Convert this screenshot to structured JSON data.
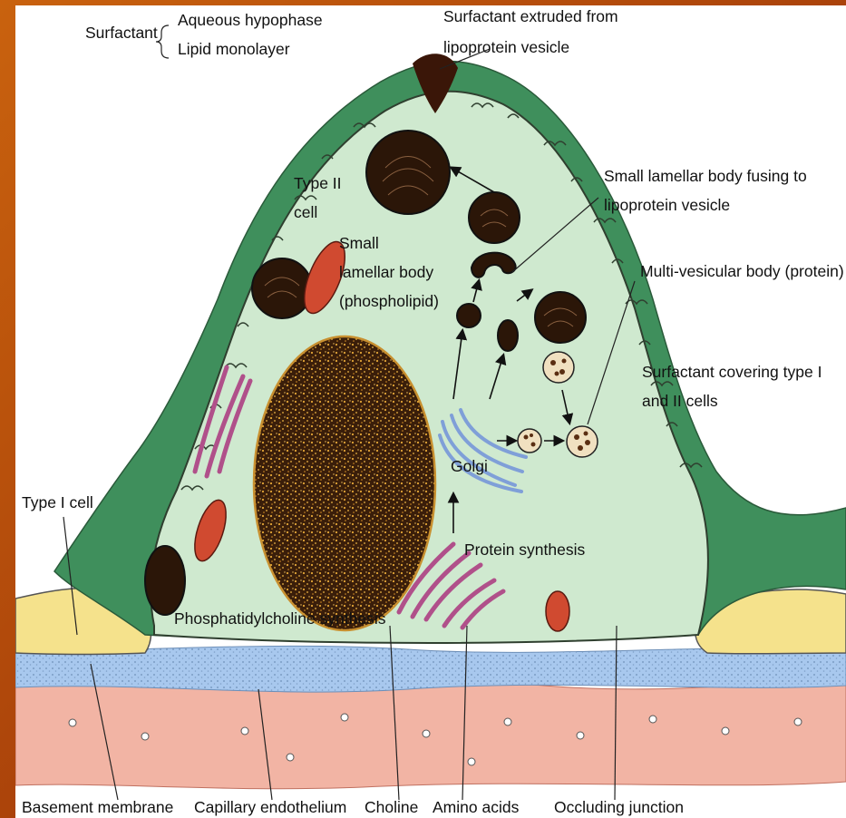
{
  "labels": {
    "surfactant": "Surfactant",
    "aqueous_hypophase": "Aqueous hypophase",
    "lipid_monolayer": "Lipid monolayer",
    "extruded_line1": "Surfactant extruded from",
    "extruded_line2": "lipoprotein vesicle",
    "small_fusing_line1": "Small lamellar body fusing to",
    "small_fusing_line2": "lipoprotein vesicle",
    "type2_line1": "Type II",
    "type2_line2": "cell",
    "small_lam_line1": "Small",
    "small_lam_line2": "lamellar body",
    "small_lam_line3": "(phospholipid)",
    "multivesicular": "Multi-vesicular body (protein)",
    "covering_line1": "Surfactant covering type I",
    "covering_line2": "and II cells",
    "golgi": "Golgi",
    "protein_synthesis": "Protein synthesis",
    "type1_cell": "Type I cell",
    "pc_synthesis": "Phosphatidylcholine synthesis",
    "basement_membrane": "Basement membrane",
    "capillary_endothelium": "Capillary endothelium",
    "choline": "Choline",
    "amino_acids": "Amino acids",
    "occluding_junction": "Occluding junction"
  },
  "colors": {
    "cytoplasm": "#cfe9cf",
    "surfactant_layer": "#3f8f5c",
    "nucleus": "#4a2a10",
    "nucleus_speckle": "#e0a030",
    "golgi": "#7f9fd8",
    "er": "#b0508a",
    "mitochondria": "#d04a30",
    "lamellar_body": "#2b1608",
    "type1_cell": "#f2e08a",
    "basement": "#a8c8ee",
    "endothelium": "#f2b0a0",
    "frame": "#b34a06"
  }
}
